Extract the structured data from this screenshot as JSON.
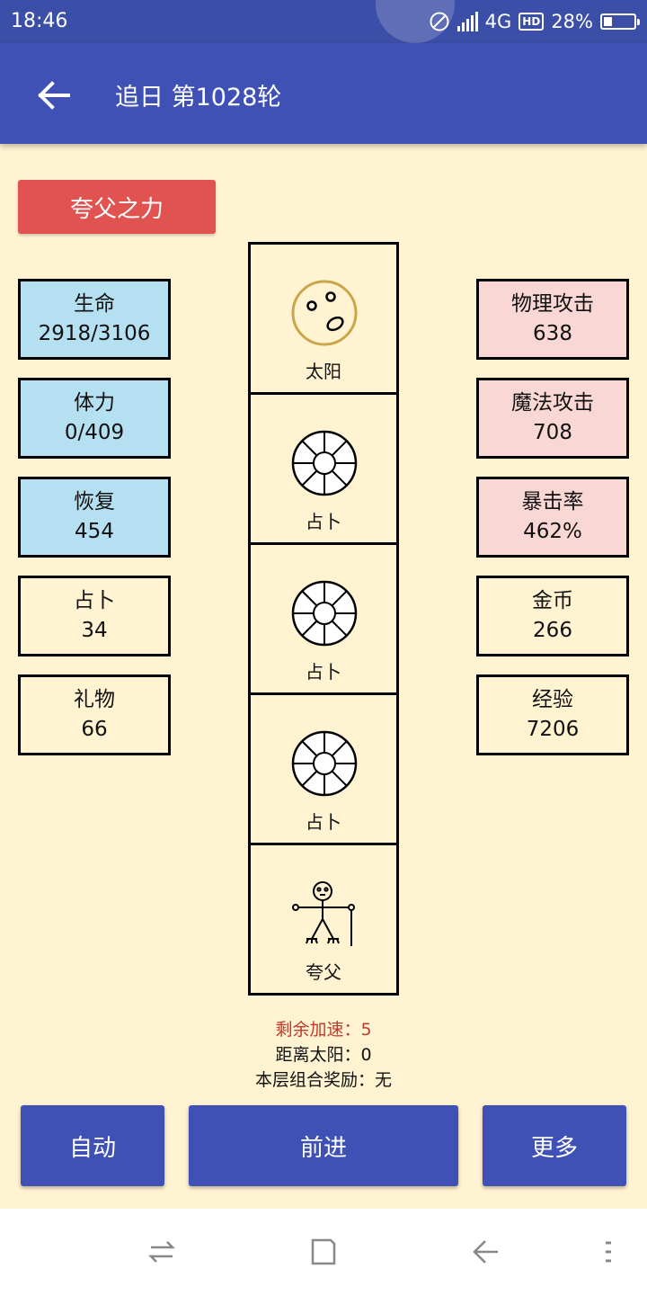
{
  "status_bar": {
    "time": "18:46",
    "network": "4G",
    "hd": "HD",
    "battery_percent": "28%",
    "battery_level": 0.28
  },
  "app_bar": {
    "title": "追日 第1028轮"
  },
  "power_button": {
    "label": "夸父之力"
  },
  "left_stats": [
    {
      "label": "生命",
      "value": "2918/3106"
    },
    {
      "label": "体力",
      "value": "0/409"
    },
    {
      "label": "恢复",
      "value": "454"
    },
    {
      "label": "占卜",
      "value": "34"
    },
    {
      "label": "礼物",
      "value": "66"
    }
  ],
  "right_stats": [
    {
      "label": "物理攻击",
      "value": "638"
    },
    {
      "label": "魔法攻击",
      "value": "708"
    },
    {
      "label": "暴击率",
      "value": "462%"
    },
    {
      "label": "金币",
      "value": "266"
    },
    {
      "label": "经验",
      "value": "7206"
    }
  ],
  "track": [
    {
      "label": "太阳",
      "icon": "sun-icon"
    },
    {
      "label": "占卜",
      "icon": "divination-wheel-icon"
    },
    {
      "label": "占卜",
      "icon": "divination-wheel-icon"
    },
    {
      "label": "占卜",
      "icon": "divination-wheel-icon"
    },
    {
      "label": "夸父",
      "icon": "kuafu-figure-icon"
    }
  ],
  "info": {
    "boost": "剩余加速：5",
    "distance": "距离太阳：0",
    "combo": "本层组合奖励：无"
  },
  "actions": {
    "auto": "自动",
    "advance": "前进",
    "more": "更多"
  },
  "colors": {
    "app_bar": "#3f51b5",
    "background": "#fff3d2",
    "power_button": "#e05350",
    "stat_blue": "#b5e0f2",
    "stat_pink": "#f8d7d5",
    "boost_text": "#c0392b"
  }
}
